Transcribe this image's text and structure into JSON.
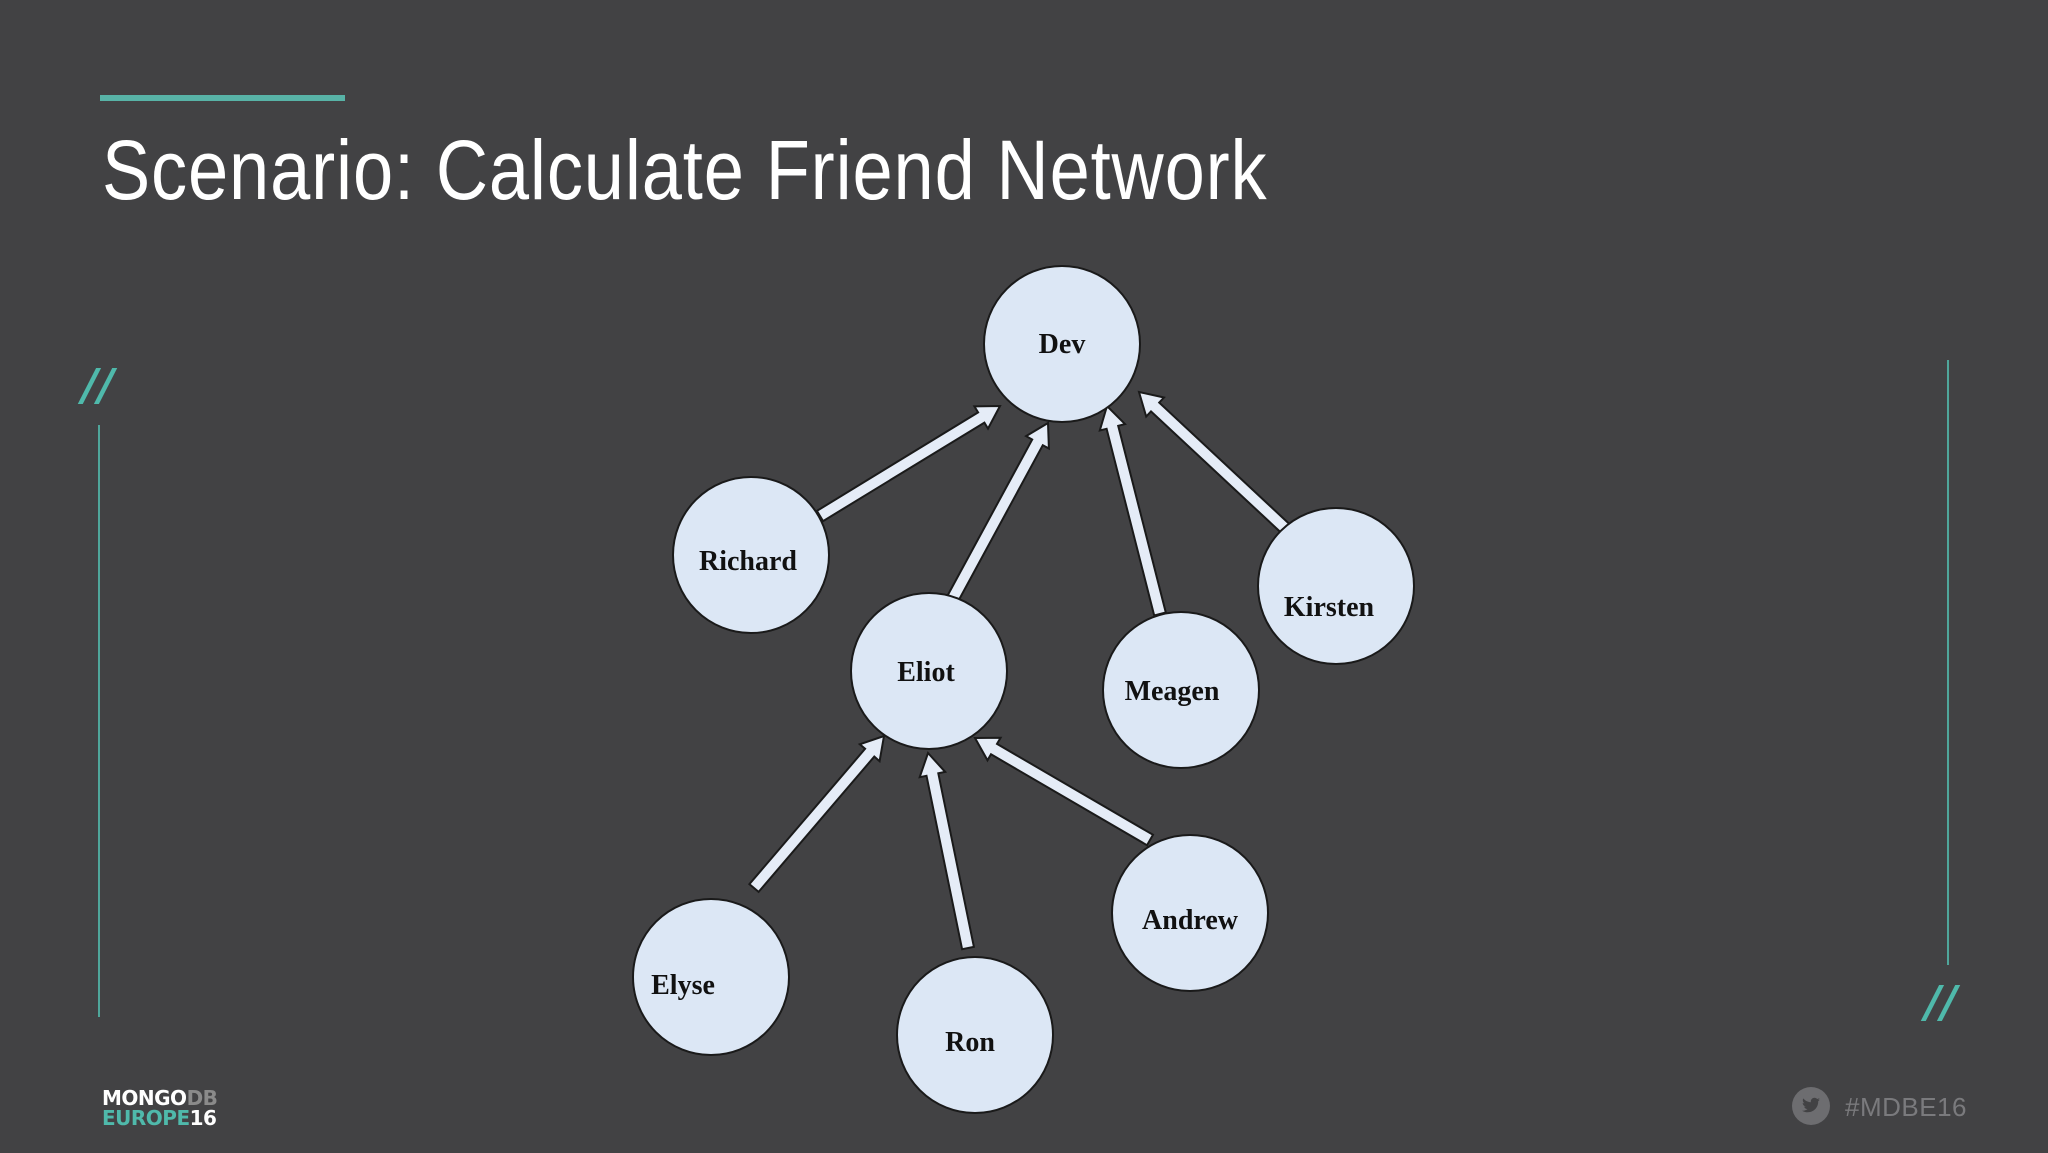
{
  "slide": {
    "title": "Scenario: Calculate Friend Network",
    "hashtag": "#MDBE16",
    "logo": {
      "mongo": "MONGO",
      "db": "DB",
      "europe": "EUROPE",
      "year": "16"
    },
    "accent_color": "#58b3a7",
    "background_color": "#424244",
    "decor_icon": "double-slash-icon",
    "social_icon": "twitter-icon"
  },
  "diagram": {
    "node_fill": "#dce7f5",
    "arrow_fill": "#e5ecf7",
    "nodes": [
      {
        "id": "dev",
        "label": "Dev"
      },
      {
        "id": "richard",
        "label": "Richard"
      },
      {
        "id": "eliot",
        "label": "Eliot"
      },
      {
        "id": "meagen",
        "label": "Meagen"
      },
      {
        "id": "kirsten",
        "label": "Kirsten"
      },
      {
        "id": "elyse",
        "label": "Elyse"
      },
      {
        "id": "ron",
        "label": "Ron"
      },
      {
        "id": "andrew",
        "label": "Andrew"
      }
    ],
    "edges": [
      {
        "from": "richard",
        "to": "dev"
      },
      {
        "from": "eliot",
        "to": "dev"
      },
      {
        "from": "meagen",
        "to": "dev"
      },
      {
        "from": "kirsten",
        "to": "dev"
      },
      {
        "from": "elyse",
        "to": "eliot"
      },
      {
        "from": "ron",
        "to": "eliot"
      },
      {
        "from": "andrew",
        "to": "eliot"
      }
    ]
  }
}
